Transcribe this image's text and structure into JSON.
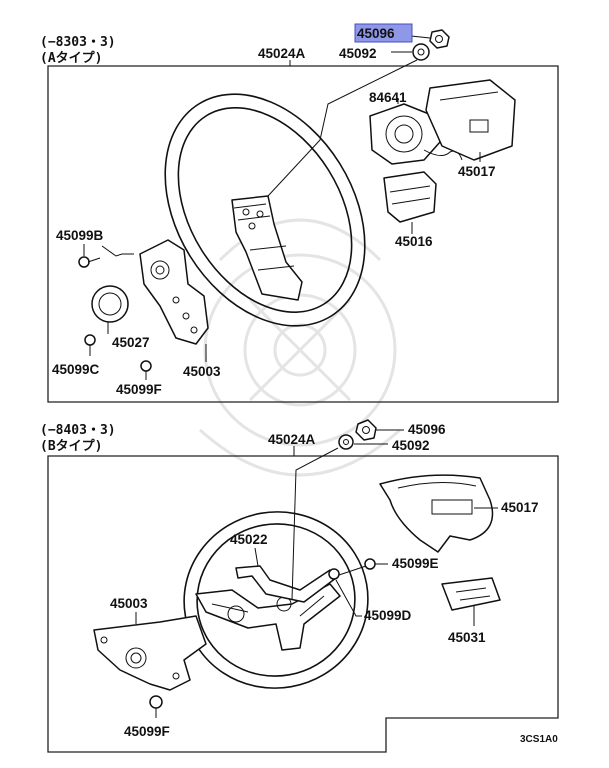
{
  "panel_a": {
    "header_range": "(−8303・3)",
    "header_type": "(Aタイプ)",
    "labels": {
      "p45096": "45096",
      "p45092": "45092",
      "p45024A": "45024A",
      "p84641": "84641",
      "p45017": "45017",
      "p45016": "45016",
      "p45099B": "45099B",
      "p45027": "45027",
      "p45099C": "45099C",
      "p45003": "45003",
      "p45099F": "45099F"
    }
  },
  "panel_b": {
    "header_range": "(−8403・3)",
    "header_type": "(Bタイプ)",
    "labels": {
      "p45096": "45096",
      "p45092": "45092",
      "p45024A": "45024A",
      "p45017": "45017",
      "p45022": "45022",
      "p45099E": "45099E",
      "p45003": "45003",
      "p45099D": "45099D",
      "p45031": "45031",
      "p45099F": "45099F"
    }
  },
  "diagram_code": "3CS1A0",
  "highlight_color": "#8f98e8"
}
